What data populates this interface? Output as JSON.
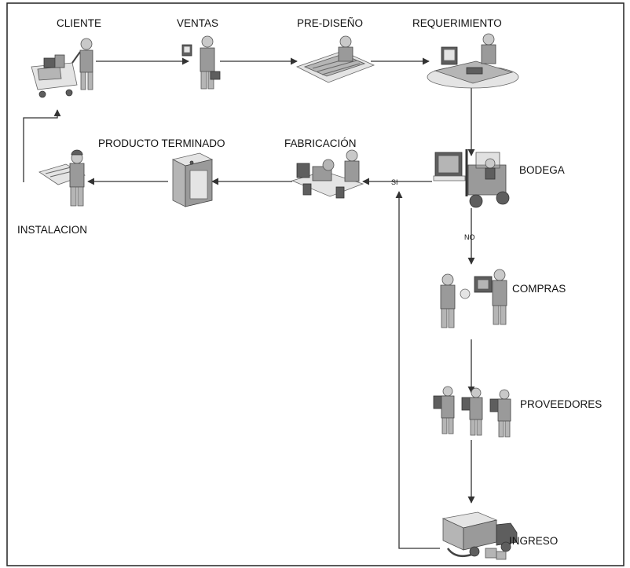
{
  "labels": {
    "cliente": "CLIENTE",
    "ventas": "VENTAS",
    "prediseno": "PRE-DISEÑO",
    "requerimiento": "REQUERIMIENTO",
    "bodega": "BODEGA",
    "fabricacion": "FABRICACIÓN",
    "producto_terminado": "PRODUCTO TERMINADO",
    "instalacion": "INSTALACION",
    "compras": "COMPRAS",
    "proveedores": "PROVEEDORES",
    "ingreso": "INGRESO",
    "si": "SI",
    "no": "NO"
  },
  "icons": {
    "cliente": "shopping-cart-person-icon",
    "ventas": "salesperson-icon",
    "prediseno": "designer-drafting-table-icon",
    "requerimiento": "computer-workstation-icon",
    "bodega": "forklift-icon",
    "fabricacion": "factory-worker-machine-icon",
    "producto_terminado": "finished-cabinet-icon",
    "instalacion": "installer-worker-icon",
    "compras": "purchasing-people-icon",
    "proveedores": "suppliers-group-icon",
    "ingreso": "delivery-truck-icon"
  }
}
